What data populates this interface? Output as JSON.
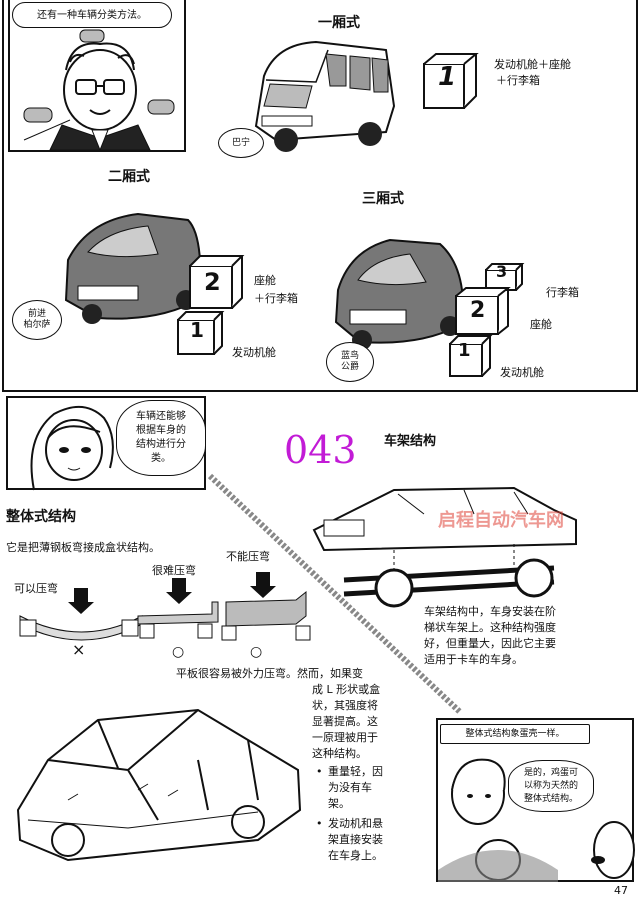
{
  "top": {
    "speech_intro": "还有一种车辆分类方法。",
    "one_box": {
      "title": "一厢式",
      "box_num": "1",
      "desc_line1": "发动机舱＋座舱",
      "desc_line2": "＋行李箱",
      "car_name": "巴宁"
    },
    "two_box": {
      "title": "二厢式",
      "box_nums": [
        "2",
        "1"
      ],
      "desc_line1": "座舱",
      "desc_line2": "＋行李箱",
      "desc_engine": "发动机舱",
      "car_name_line1": "前进",
      "car_name_line2": "柏尔萨"
    },
    "three_box": {
      "title": "三厢式",
      "box_nums": [
        "3",
        "2",
        "1"
      ],
      "desc_trunk": "行李箱",
      "desc_cabin": "座舱",
      "desc_engine": "发动机舱",
      "car_name_line1": "蓝鸟",
      "car_name_line2": "公爵"
    }
  },
  "middle": {
    "speech_line1": "车辆还能够",
    "speech_line2": "根据车身的",
    "speech_line3": "结构进行分",
    "speech_line4": "类。",
    "section_number": "043",
    "section_title": "车架结构",
    "watermark": "启程自动汽车网",
    "frame_desc_line1": "车架结构中，车身安装在阶",
    "frame_desc_line2": "梯状车架上。这种结构强度",
    "frame_desc_line3": "好，但重量大，因此它主要",
    "frame_desc_line4": "适用于卡车的车身。"
  },
  "monocoque": {
    "title": "整体式结构",
    "subtitle": "它是把薄钢板弯接成盒状结构。",
    "label_bendable": "可以压弯",
    "label_hard": "很难压弯",
    "label_cannot": "不能压弯",
    "mark_x": "×",
    "mark_o1": "○",
    "mark_o2": "○",
    "para_line1": "平板很容易被外力压弯。然而，如果变",
    "para_lines": [
      "成 L 形状或盒",
      "状，其强度将",
      "显著提高。这",
      "一原理被用于",
      "这种结构。"
    ],
    "bullet1_lines": [
      "重量轻，因",
      "为没有车",
      "架。"
    ],
    "bullet2_lines": [
      "发动机和悬",
      "架直接安装",
      "在车身上。"
    ],
    "egg_caption": "整体式结构象蛋壳一样。",
    "egg_speech_lines": [
      "是的，鸡蛋可",
      "以称为天然的",
      "整体式结构。"
    ]
  },
  "page_number": "47",
  "colors": {
    "accent_number": "#c21bd6",
    "ink": "#111111",
    "watermark": "#e0443a"
  }
}
